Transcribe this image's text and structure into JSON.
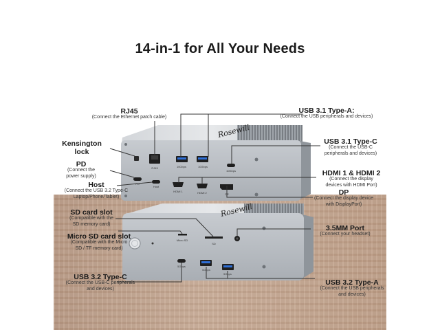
{
  "title": "14-in-1 for All Your Needs",
  "colors": {
    "leader": "#333333",
    "usb_blue": "#2f6fd6",
    "body": "#b7bcc2",
    "wood": "#c4a691"
  },
  "device": {
    "brand_mark": "Rosewill",
    "top_ports": {
      "rj45": "RJ45",
      "usb_a_1": "10Gbps",
      "usb_a_2": "10Gbps",
      "usb_c": "10Gbps",
      "pd": "PD",
      "host": "Host",
      "hdmi1": "HDMI 1",
      "hdmi2": "HDMI 2",
      "dp": "DP"
    },
    "bottom_ports": {
      "micro_sd": "Micro SD",
      "sd": "SD",
      "usb_a_1": "5Gbps",
      "usb_a_2": "5Gbps",
      "usb_c": "5Gbps"
    }
  },
  "callouts": {
    "rj45": {
      "label": "RJ45",
      "desc": "(Connect the Ethernet patch cable)"
    },
    "kensington": {
      "label": "Kensington\nlock"
    },
    "pd": {
      "label": "PD",
      "desc": "(Connect the\npower supply)"
    },
    "host": {
      "label": "Host",
      "desc": "(Connect the USB 3.2 Type-C\nLaptop/Phone/Tablet)"
    },
    "usb31a": {
      "label": "USB 3.1 Type-A:",
      "desc": "(Connect the USB peripherals and devices)"
    },
    "usb31c": {
      "label": "USB 3.1 Type-C",
      "desc": "(Connect the USB-C\nperipherals and devices)"
    },
    "hdmi": {
      "label": "HDMI 1 & HDMI 2",
      "desc": "(Connect the display\ndevices with HDMI Port)"
    },
    "dp": {
      "label": "DP",
      "desc": "(Connect the display device\nwith DisplayPort)"
    },
    "sd": {
      "label": "SD card slot",
      "desc": "(Compatible with the\nSD memory card)"
    },
    "microsd": {
      "label": "Micro SD card slot",
      "desc": "(Compatible with the Micro\nSD / TF memory card)"
    },
    "usb32c": {
      "label": "USB 3.2 Type-C",
      "desc": "(Connect the USB-C peripherals\nand devices)"
    },
    "port35": {
      "label": "3.5MM Port",
      "desc": "(Connect your headset)"
    },
    "usb32a": {
      "label": "USB 3.2 Type-A",
      "desc": "(Connect the USB peripherals\nand devices)"
    }
  }
}
